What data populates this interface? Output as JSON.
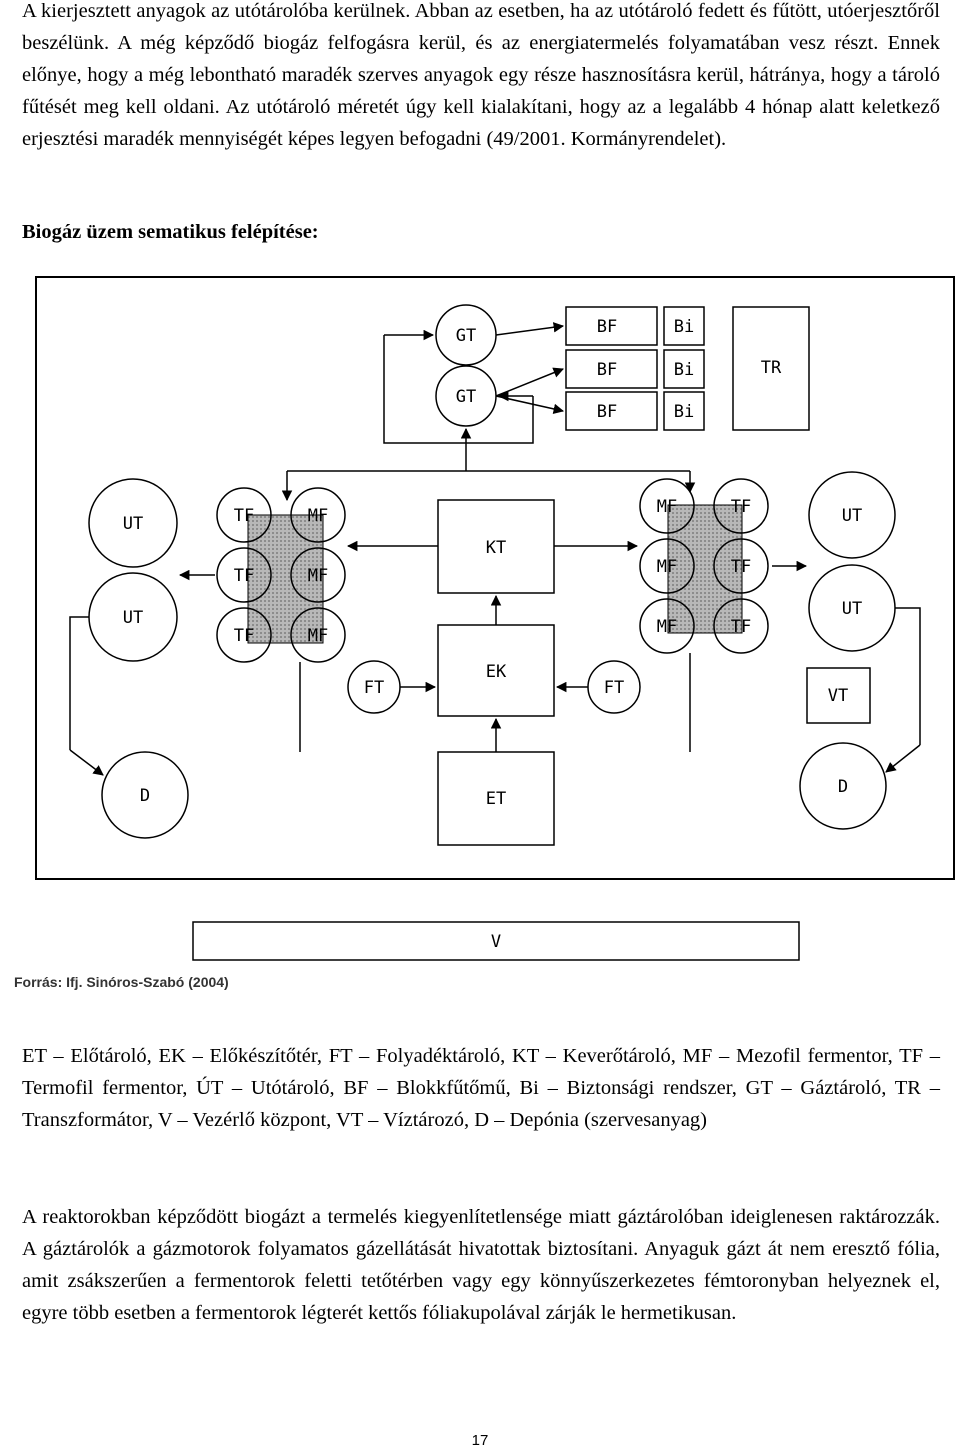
{
  "paragraphs": {
    "intro": "A kierjesztett anyagok az utótárolóba kerülnek. Abban az esetben, ha az utótároló fedett és fűtött, utóerjesztőről beszélünk. A még képződő biogáz felfogásra kerül, és az energiatermelés folyamatában vesz részt. Ennek előnye, hogy a még lebontható maradék szerves anyagok egy része hasznosításra kerül, hátránya, hogy a tároló fűtését meg kell oldani. Az utótároló méretét úgy kell kialakítani, hogy az a legalább 4 hónap alatt keletkező erjesztési maradék mennyiségét képes legyen befogadni (49/2001. Kormányrendelet).",
    "heading": "Biogáz üzem sematikus felépítése:",
    "legend": "ET – Előtároló, EK – Előkészítőtér, FT – Folyadéktároló, KT – Keverőtároló, MF – Mezofil fermentor, TF – Termofil fermentor, ÚT – Utótároló, BF – Blokkfűtőmű, Bi – Biztonsági rendszer, GT – Gáztároló, TR – Transzformátor, V – Vezérlő központ, VT – Víztározó, D – Depónia (szervesanyag)",
    "closing": "A reaktorokban képződött biogázt a termelés kiegyenlítetlensége miatt gáztárolóban ideiglenesen raktározzák. A gáztárolók a gázmotorok folyamatos gázellátását hivatottak biztosítani. Anyaguk gázt át nem eresztő fólia, amit zsákszerűen a fermentorok feletti tetőtérben vagy egy könnyűszerkezetes fémtoronyban helyeznek el, egyre több esetben a fermentorok légterét kettős fóliakupolával zárják le hermetikusan."
  },
  "diagram": {
    "source": "Forrás: Ifj. Sinóros-Szabó (2004)",
    "labels": {
      "GT": "GT",
      "BF": "BF",
      "Bi": "Bi",
      "TR": "TR",
      "UT": "UT",
      "TF": "TF",
      "MF": "MF",
      "KT": "KT",
      "EK": "EK",
      "FT": "FT",
      "ET": "ET",
      "VT": "VT",
      "D": "D",
      "V": "V"
    }
  },
  "page_number": "17"
}
